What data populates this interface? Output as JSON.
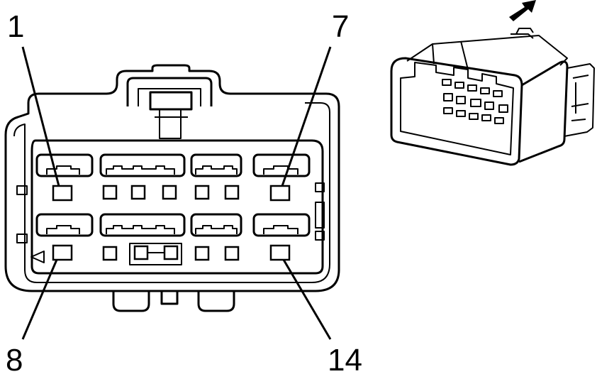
{
  "pin_labels": {
    "pin_1": "1",
    "pin_7": "7",
    "pin_8": "8",
    "pin_14": "14"
  },
  "colors": {
    "line": "#000000",
    "background": "#ffffff"
  },
  "icons": {
    "orientation_arrow": "arrow-up-right-icon",
    "polarity_mark": "triangle-left-icon"
  }
}
